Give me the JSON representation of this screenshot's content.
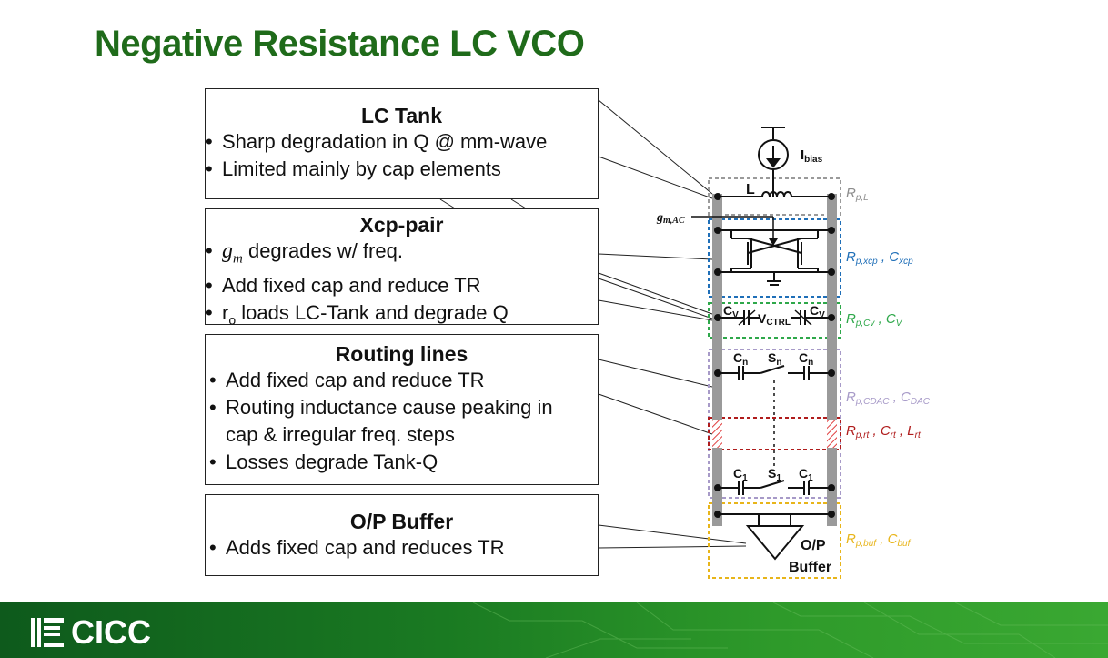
{
  "title": "Negative Resistance LC VCO",
  "boxes": [
    {
      "heading": "LC Tank",
      "bullets": [
        "Sharp degradation in Q @ mm-wave",
        "Limited mainly by cap elements"
      ]
    },
    {
      "heading": "Xcp-pair",
      "bullets": [
        "g",
        "m",
        " degrades w/ freq.",
        "Add fixed cap and reduce TR",
        "r",
        "o",
        " loads LC-Tank and degrade Q"
      ]
    },
    {
      "heading": "Routing lines",
      "bullets": [
        "Add fixed cap and reduce TR",
        "Routing inductance cause peaking in",
        "cap & irregular freq. steps",
        "Losses degrade Tank-Q"
      ]
    },
    {
      "heading": "O/P Buffer",
      "bullets": [
        "Adds fixed cap and reduces TR"
      ]
    }
  ],
  "circuit": {
    "ibias": "I",
    "ibias_sub": "bias",
    "L": "L",
    "gm_ac": "g",
    "gm_ac_sub": "m,AC",
    "cv": "C",
    "cv_sub": "V",
    "vctrl": "V",
    "vctrl_sub": "CTRL",
    "cn": "C",
    "cn_sub": "n",
    "sn": "S",
    "sn_sub": "n",
    "c1": "C",
    "c1_sub": "1",
    "s1": "S",
    "s1_sub": "1",
    "buffer_op": "O/P",
    "buffer": "Buffer"
  },
  "labels": [
    {
      "main": "R",
      "sub": "p,L",
      "color": "#8c8c8c"
    },
    {
      "main": "R",
      "sub": "p,xcp",
      "sep": " , ",
      "main2": "C",
      "sub2": "xcp",
      "color": "#1f6fb8"
    },
    {
      "main": "R",
      "sub": "p,Cv",
      "sep": " , ",
      "main2": "C",
      "sub2": "V",
      "color": "#2ea84a"
    },
    {
      "main": "R",
      "sub": "p,CDAC",
      "sep": " , ",
      "main2": "C",
      "sub2": "DAC",
      "color": "#a79ac8"
    },
    {
      "main": "R",
      "sub": "p,rt",
      "sep": " , ",
      "main2": "C",
      "sub2": "rt",
      "sep2": " , ",
      "main3": "L",
      "sub3": "rt",
      "color": "#b01c1c"
    },
    {
      "main": "R",
      "sub": "p,buf",
      "sep": " , ",
      "main2": "C",
      "sub2": "buf",
      "color": "#e8b51a"
    }
  ],
  "footer": {
    "logo_text": "CICC"
  },
  "colors": {
    "title": "#1f6b1a",
    "footer": "#1a7a22"
  }
}
